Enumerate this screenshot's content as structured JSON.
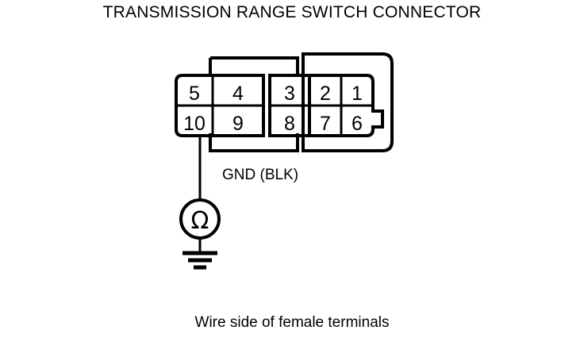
{
  "title": "TRANSMISSION RANGE SWITCH CONNECTOR",
  "caption": "Wire side of female terminals",
  "connector": {
    "gnd_label": "GND (BLK)",
    "pin_rows": [
      [
        "5",
        "4",
        "3",
        "2",
        "1"
      ],
      [
        "10",
        "9",
        "8",
        "7",
        "6"
      ]
    ],
    "pins": {
      "p5": "5",
      "p4": "4",
      "p3": "3",
      "p2": "2",
      "p1": "1",
      "p10": "10",
      "p9": "9",
      "p8": "8",
      "p7": "7",
      "p6": "6"
    }
  },
  "meter": {
    "symbol": "Ω",
    "type": "ohmmeter"
  },
  "colors": {
    "line": "#000000",
    "background": "#ffffff"
  }
}
